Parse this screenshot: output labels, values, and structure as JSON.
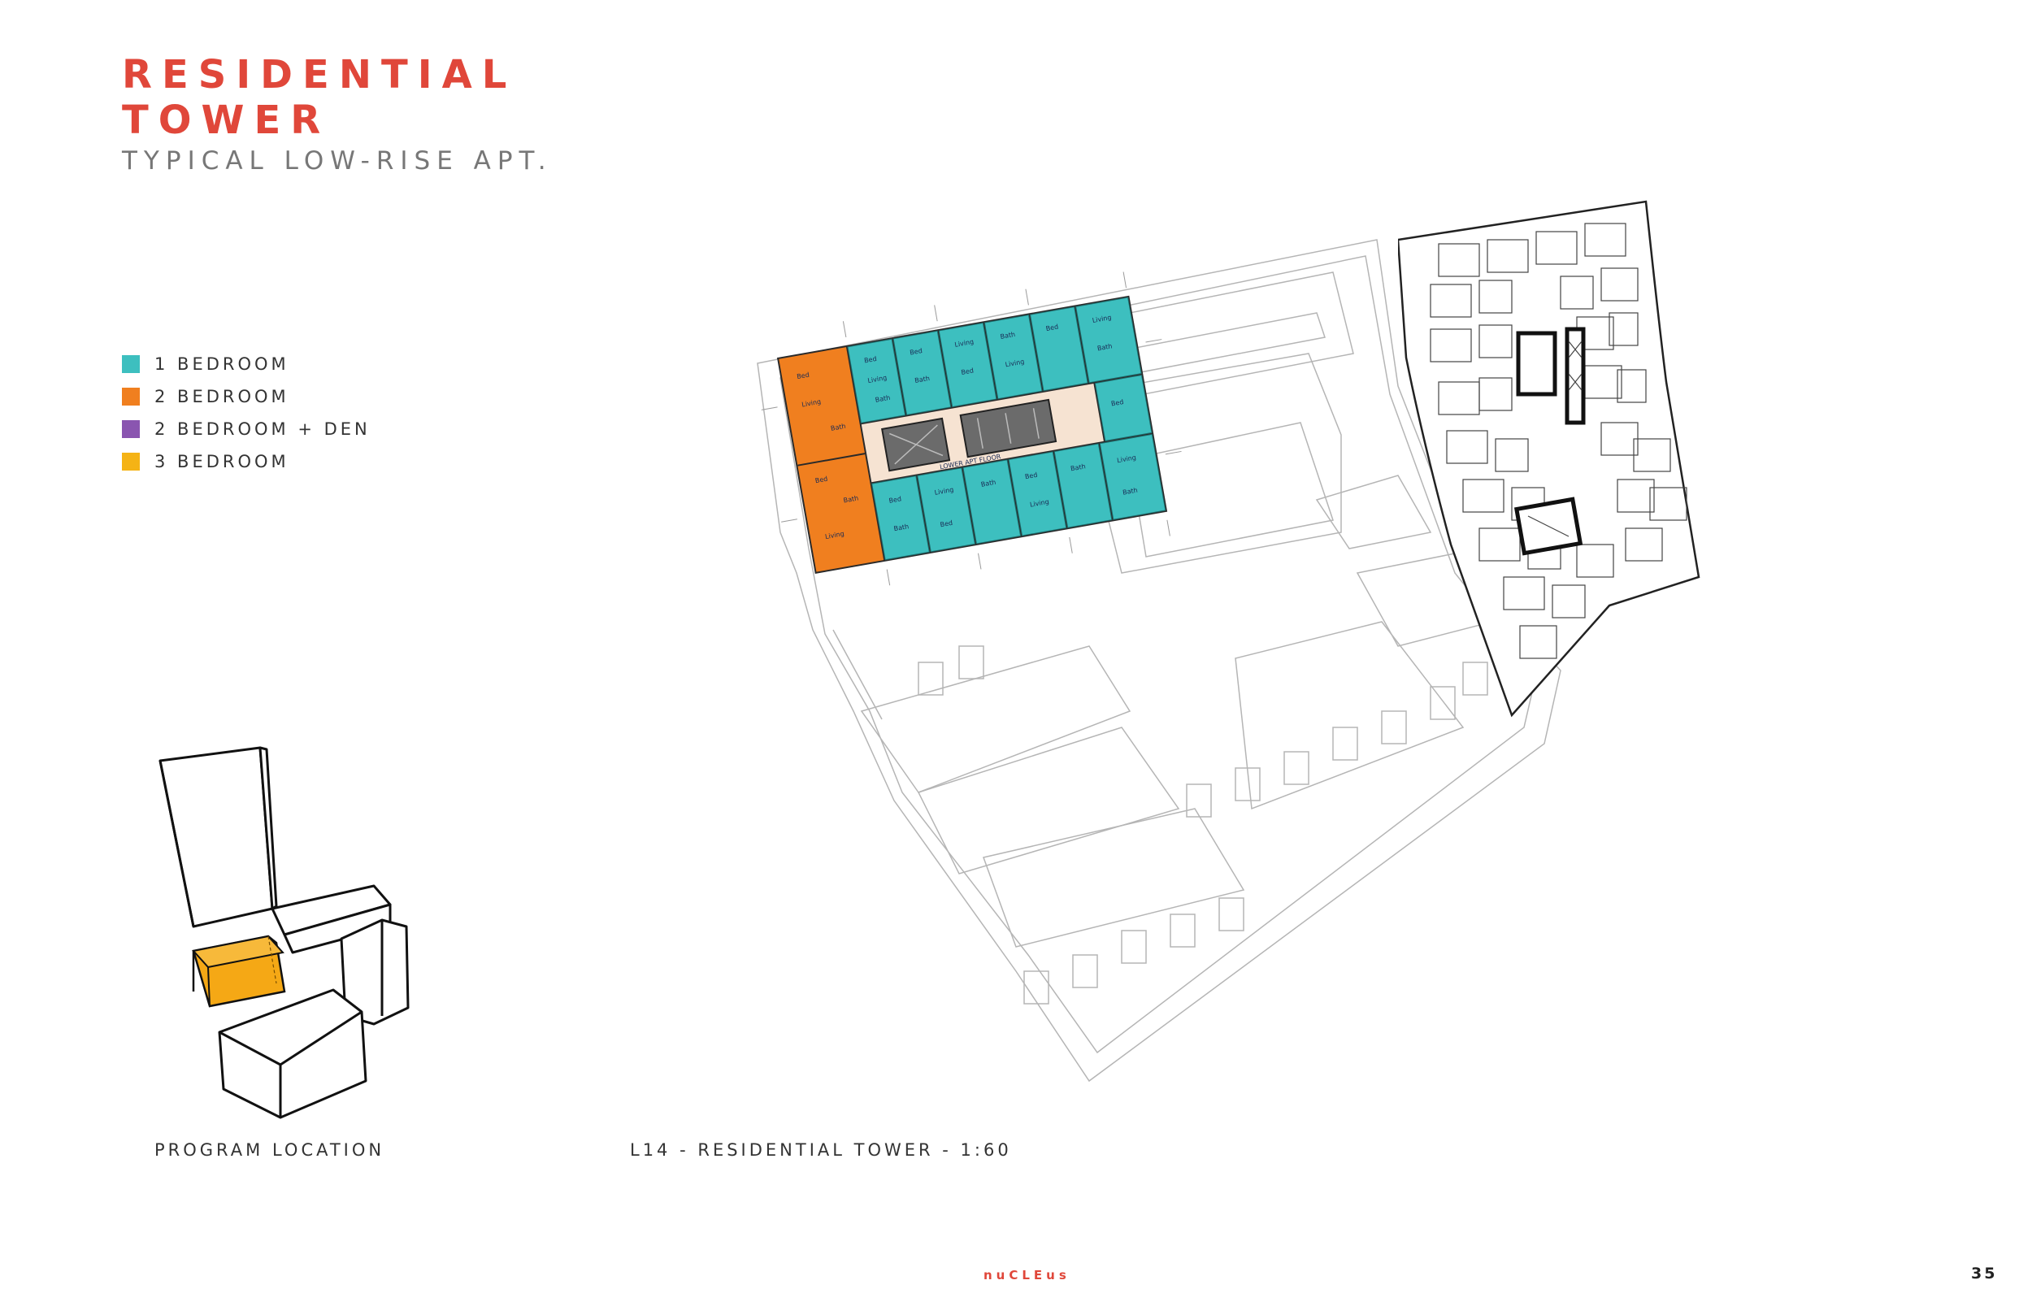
{
  "header": {
    "title_line1": "RESIDENTIAL",
    "title_line2": "TOWER",
    "subtitle": "TYPICAL LOW-RISE APT."
  },
  "legend": {
    "items": [
      {
        "label": "1 BEDROOM",
        "color": "#3dbfbf"
      },
      {
        "label": "2 BEDROOM",
        "color": "#f07f1f"
      },
      {
        "label": "2 BEDROOM + DEN",
        "color": "#8a55b0"
      },
      {
        "label": "3 BEDROOM",
        "color": "#f5b315"
      }
    ]
  },
  "captions": {
    "program_location": "PROGRAM LOCATION",
    "plan_caption": "L14 - RESIDENTIAL TOWER - 1:60"
  },
  "plan_labels": {
    "bed": "Bed",
    "bath": "Bath",
    "living": "Living",
    "corridor": "LOWER APT FLOOR"
  },
  "footer": {
    "brand": "nuCLEus",
    "page_number": "35"
  },
  "colors": {
    "accent": "#e0473a",
    "one_bedroom": "#3dbfbf",
    "two_bedroom": "#f07f1f",
    "highlight": "#f5a815"
  }
}
